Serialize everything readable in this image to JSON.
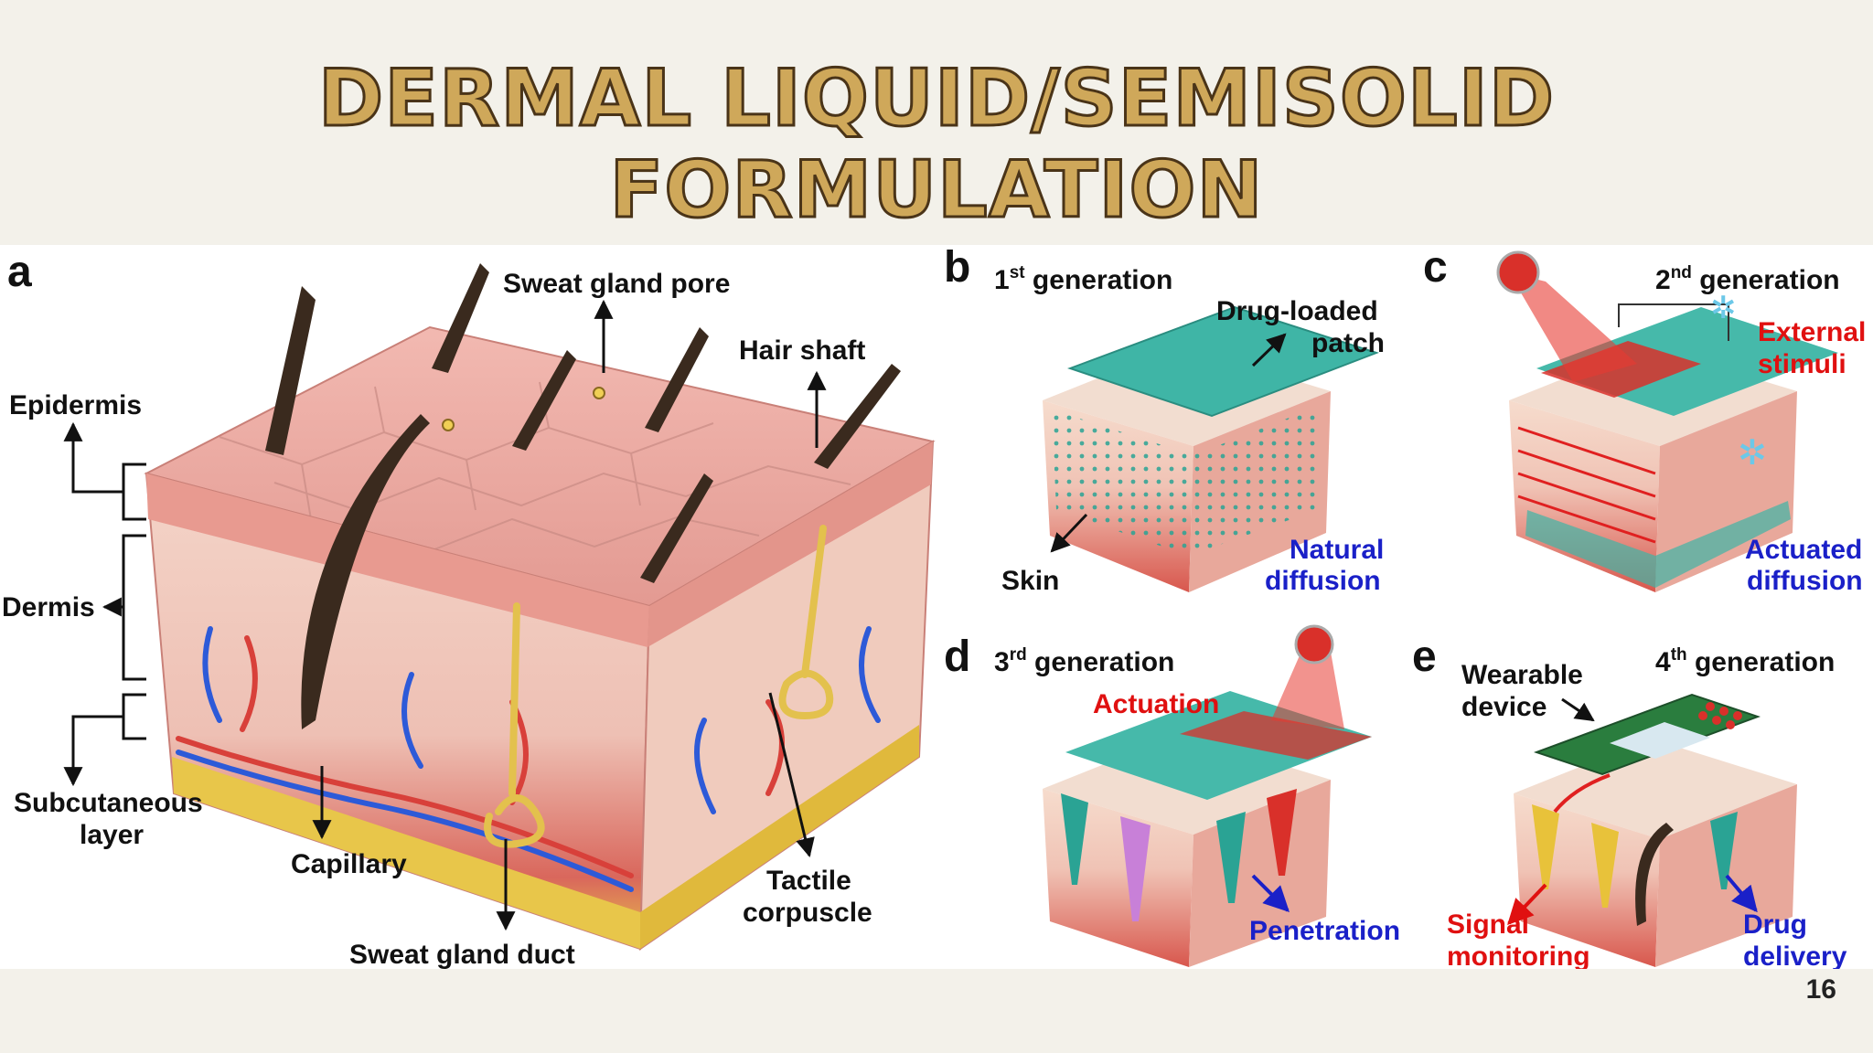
{
  "slide": {
    "title": "DERMAL LIQUID/SEMISOLID FORMULATION",
    "page_number": "16"
  },
  "figure": {
    "panel_a": {
      "letter": "a",
      "labels": {
        "sweat_gland_pore": "Sweat gland pore",
        "hair_shaft": "Hair shaft",
        "epidermis": "Epidermis",
        "dermis": "Dermis",
        "subcutaneous_1": "Subcutaneous",
        "subcutaneous_2": "layer",
        "capillary": "Capillary",
        "sweat_gland_duct": "Sweat gland duct",
        "tactile_1": "Tactile",
        "tactile_2": "corpuscle"
      }
    },
    "panel_b": {
      "letter": "b",
      "gen_num": "1",
      "gen_sup": "st",
      "gen_text": " generation",
      "drug_1": "Drug-loaded",
      "drug_2": "patch",
      "skin": "Skin",
      "diff_1": "Natural",
      "diff_2": "diffusion"
    },
    "panel_c": {
      "letter": "c",
      "gen_num": "2",
      "gen_sup": "nd",
      "gen_text": " generation",
      "stim_1": "External",
      "stim_2": "stimuli",
      "diff_1": "Actuated",
      "diff_2": "diffusion"
    },
    "panel_d": {
      "letter": "d",
      "gen_num": "3",
      "gen_sup": "rd",
      "gen_text": " generation",
      "actuation": "Actuation",
      "penetration": "Penetration"
    },
    "panel_e": {
      "letter": "e",
      "gen_num": "4",
      "gen_sup": "th",
      "gen_text": " generation",
      "wear_1": "Wearable",
      "wear_2": "device",
      "signal_1": "Signal",
      "signal_2": "monitoring",
      "drug_1": "Drug",
      "drug_2": "delivery"
    }
  },
  "colors": {
    "title_fill": "#cfa85a",
    "title_stroke": "#4a3418",
    "background": "#f3f1ea",
    "label_blue": "#1a20c8",
    "label_red": "#e01010",
    "skin_pink": "#e9a7a0",
    "patch_teal": "#3fb5a6"
  }
}
